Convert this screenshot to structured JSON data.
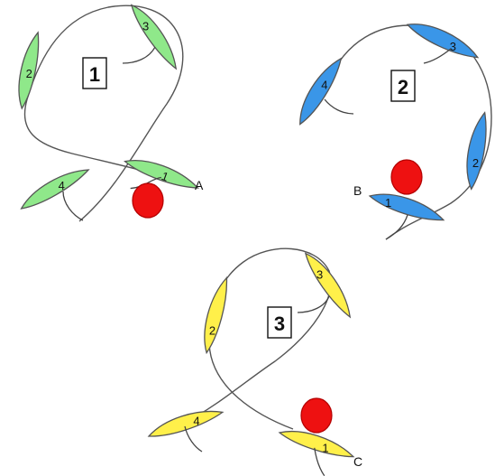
{
  "colors": {
    "green": "#8fe88a",
    "blue": "#3a96e8",
    "yellow": "#fff04a",
    "mark": "#ee1111"
  },
  "panels": [
    {
      "label": "1",
      "fill": "#8fe88a",
      "corner_letter": "A",
      "boats": [
        "1",
        "2",
        "3",
        "4"
      ]
    },
    {
      "label": "2",
      "fill": "#3a96e8",
      "corner_letter": "B",
      "boats": [
        "1",
        "2",
        "3",
        "4"
      ]
    },
    {
      "label": "3",
      "fill": "#fff04a",
      "corner_letter": "C",
      "boats": [
        "1",
        "2",
        "3",
        "4"
      ]
    }
  ]
}
